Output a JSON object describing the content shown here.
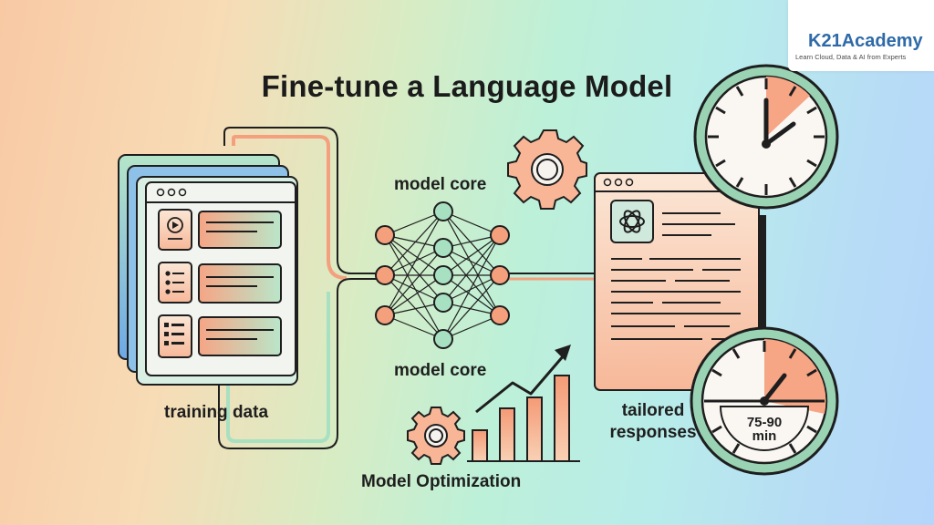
{
  "title": "Fine-tune a Language Model",
  "labels": {
    "model_core_top": "model core",
    "model_core_bottom": "model core",
    "training_data": "training data",
    "tailored_responses_line1": "tailored",
    "tailored_responses_line2": "responses",
    "model_optimization": "Model Optimization"
  },
  "timer": {
    "line1": "75-90",
    "line2": "min"
  },
  "brand": {
    "name": "K21Academy",
    "tagline": "Learn Cloud, Data & AI from Experts"
  },
  "colors": {
    "line": "#1e1e1e",
    "orange": "#f5a07c",
    "mint": "#a8e0c2",
    "card_green": "#b4e3c8",
    "card_blue": "#7fb1e6",
    "brand_blue": "#2e6aa8"
  },
  "icons": [
    "play-icon",
    "list-icon",
    "grid-list-icon",
    "gear-icon",
    "openai-logo-icon",
    "clock-icon",
    "stopwatch-icon",
    "cloud-database-icon",
    "trend-arrow-icon"
  ]
}
